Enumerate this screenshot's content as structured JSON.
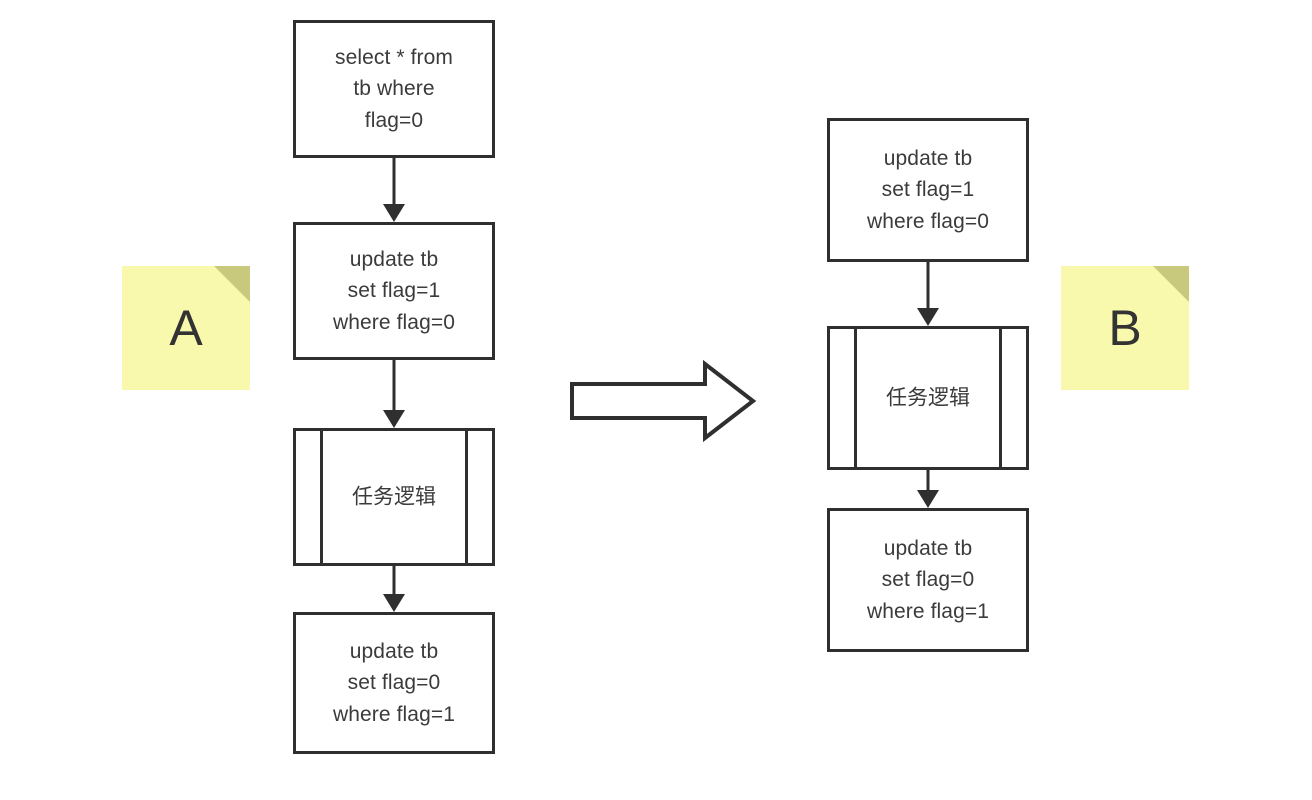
{
  "diagram": {
    "title": "",
    "background_color": "#ffffff",
    "stroke_color": "#2f2f2f",
    "text_color": "#3b3b3b",
    "sticky_color": "#f9f9ad",
    "sticky_fold_color": "#c9c97d"
  },
  "flow_a": {
    "sticky": {
      "letter": "A"
    },
    "nodes": [
      {
        "id": "a1",
        "type": "process",
        "text": "select * from\ntb where\nflag=0"
      },
      {
        "id": "a2",
        "type": "process",
        "text": "update tb\nset flag=1\nwhere flag=0"
      },
      {
        "id": "a3",
        "type": "predefined-process",
        "text": "任务逻辑"
      },
      {
        "id": "a4",
        "type": "process",
        "text": "update tb\nset flag=0\nwhere flag=1"
      }
    ],
    "connectors": [
      {
        "from": "a1",
        "to": "a2"
      },
      {
        "from": "a2",
        "to": "a3"
      },
      {
        "from": "a3",
        "to": "a4"
      }
    ]
  },
  "transform_arrow": {
    "direction": "right",
    "style": "hollow-block-arrow"
  },
  "flow_b": {
    "sticky": {
      "letter": "B"
    },
    "nodes": [
      {
        "id": "b1",
        "type": "process",
        "text": "update tb\nset flag=1\nwhere flag=0"
      },
      {
        "id": "b2",
        "type": "predefined-process",
        "text": "任务逻辑"
      },
      {
        "id": "b3",
        "type": "process",
        "text": "update tb\nset flag=0\nwhere flag=1"
      }
    ],
    "connectors": [
      {
        "from": "b1",
        "to": "b2"
      },
      {
        "from": "b2",
        "to": "b3"
      }
    ]
  }
}
